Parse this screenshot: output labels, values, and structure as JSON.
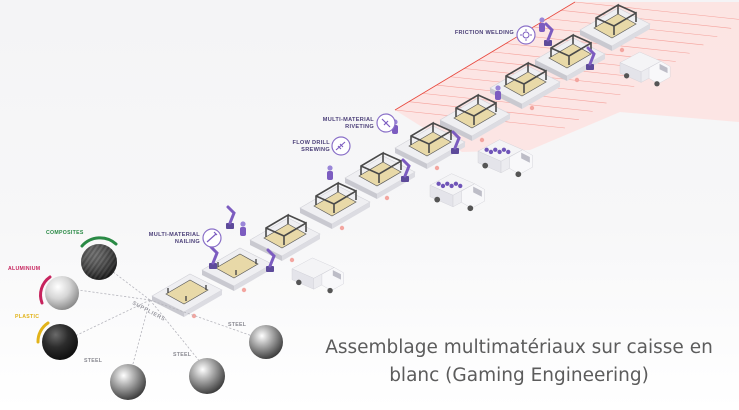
{
  "processes": {
    "friction_welding": "FRICTION WELDING",
    "multi_material_riveting": "MULTI-MATERIAL\nRIVETING",
    "flow_drill_screwing": "FLOW DRILL\nSREWING",
    "multi_material_nailing": "MULTI-MATERIAL\nNAILING"
  },
  "materials": {
    "composites": "COMPOSITES",
    "aluminium": "ALUMINIUM",
    "plastic": "PLASTIC",
    "steel": "STEEL",
    "suppliers": "SUPPLIERS"
  },
  "caption": {
    "line1": "Assemblage multimatériaux sur caisse en",
    "line2": "blanc (Gaming Engineering)"
  },
  "colors": {
    "label_text": "#4b3f78",
    "robot_purple": "#7c5cc0",
    "composites_green": "#2a8a45",
    "aluminium_magenta": "#c7245e",
    "plastic_yellow": "#e2b319",
    "caption_text": "#5c5c5c",
    "laser_red": "#e8463c"
  },
  "icons": [
    "weld-icon",
    "rivet-icon",
    "screw-icon",
    "nail-icon",
    "truck-icon",
    "robot-icon",
    "car-body-icon"
  ]
}
